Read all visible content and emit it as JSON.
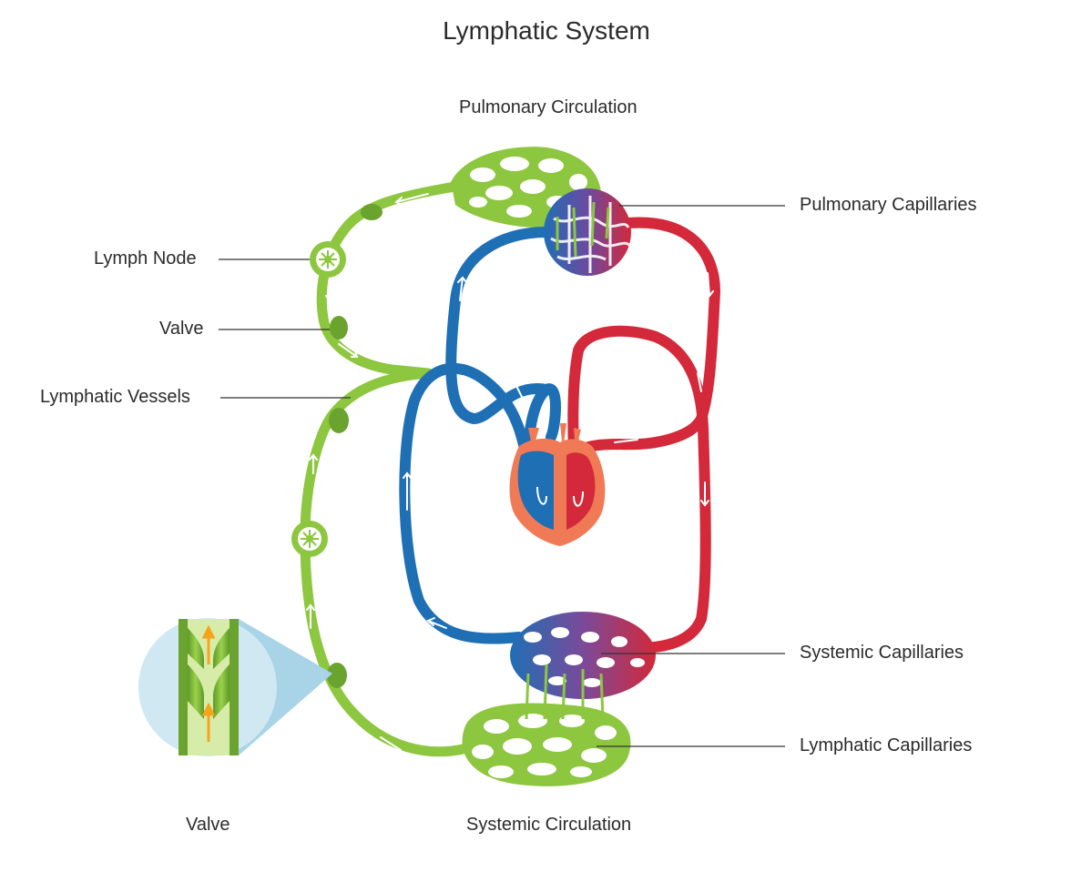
{
  "title": "Lymphatic System",
  "labels": {
    "pulmonary_circulation": "Pulmonary Circulation",
    "pulmonary_capillaries": "Pulmonary Capillaries",
    "lymph_node": "Lymph Node",
    "valve_left": "Valve",
    "lymphatic_vessels": "Lymphatic Vessels",
    "systemic_capillaries": "Systemic Capillaries",
    "lymphatic_capillaries": "Lymphatic Capillaries",
    "valve_inset": "Valve",
    "systemic_circulation": "Systemic Circulation"
  },
  "colors": {
    "lymph": "#8dc63f",
    "lymph_dark": "#6aa32e",
    "vein": "#1f6fb5",
    "artery": "#d3293a",
    "heart": "#f07a55",
    "inset_bg": "#cfe8f1",
    "valve_flow": "#f7a21b"
  }
}
